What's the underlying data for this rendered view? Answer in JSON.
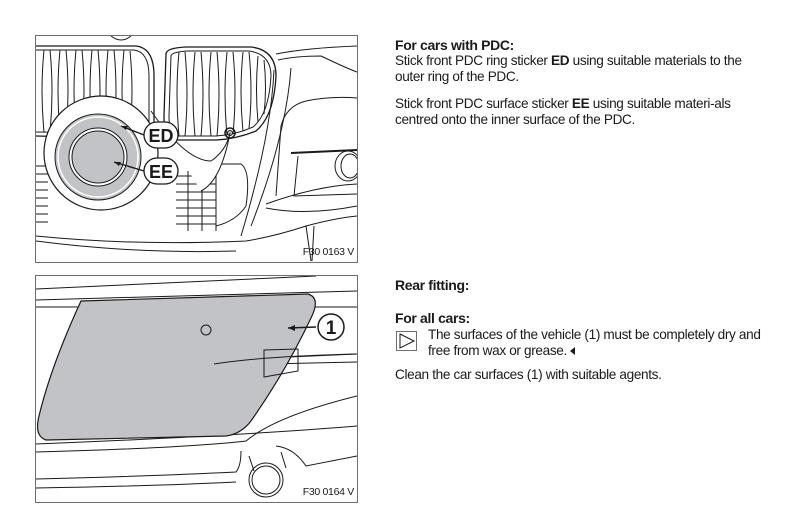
{
  "figures": [
    {
      "code": "F30 0163 V",
      "callouts": [
        "ED",
        "EE"
      ],
      "description": "Front bumper with PDC sensor magnified showing ring sticker ED and surface sticker EE"
    },
    {
      "code": "F30 0164 V",
      "callouts": [
        "1"
      ],
      "description": "Rear bumper with shaded vehicle surface (1)"
    }
  ],
  "front": {
    "heading": "For cars with PDC:",
    "p1": {
      "before": "Stick front PDC ring sticker ",
      "bold": "ED",
      "after": " using suitable materials to the outer ring of the PDC."
    },
    "p2": {
      "before": "Stick front PDC surface sticker ",
      "bold": "EE",
      "after": " using suitable materi-als centred onto the inner surface of the PDC."
    }
  },
  "rear": {
    "heading": "Rear fitting:",
    "subheading": "For all cars:",
    "note": {
      "icon": "note-triangle-icon",
      "text": "The surfaces of the vehicle (1) must be completely dry and free from wax or grease.",
      "end_mark": "end-of-note-icon"
    },
    "p": "Clean the car surfaces (1) with suitable agents."
  },
  "colors": {
    "shading": "#c2c3c6",
    "line": "#1a1a1a",
    "frame": "#6e6e6e"
  }
}
